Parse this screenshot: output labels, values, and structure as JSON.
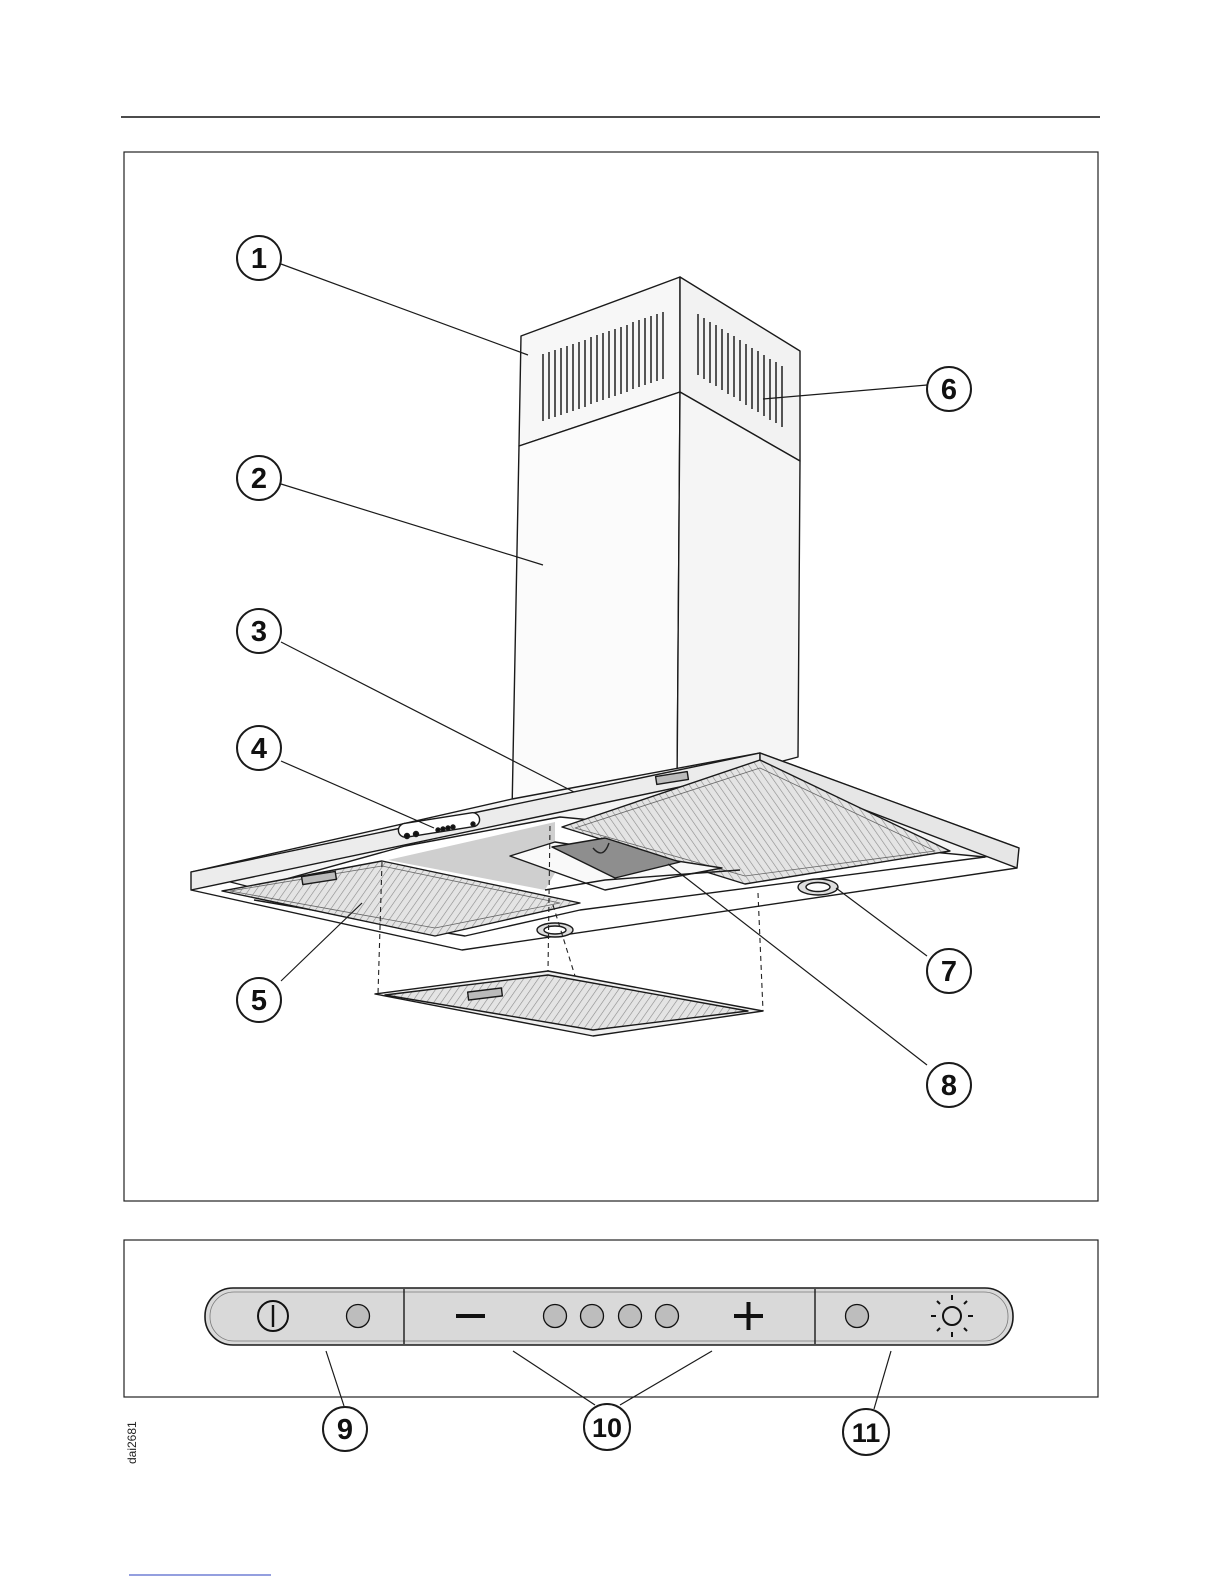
{
  "figure_code": "dai2681",
  "callouts": {
    "c1": "1",
    "c2": "2",
    "c3": "3",
    "c4": "4",
    "c5": "5",
    "c6": "6",
    "c7": "7",
    "c8": "8",
    "c9": "9",
    "c10": "10",
    "c11": "11"
  },
  "control_panel": {
    "power_symbol": "power-icon",
    "minus_symbol": "minus-icon",
    "plus_symbol": "plus-icon",
    "light_symbol": "light-icon",
    "speed_indicator_count": 4
  },
  "colors": {
    "line": "#1a1a1a",
    "panel_fill": "#dcdcdc",
    "led_fill": "#bdbdbd",
    "filter_fill": "#d4d4d4",
    "grey_box": "#9a9a9a"
  }
}
